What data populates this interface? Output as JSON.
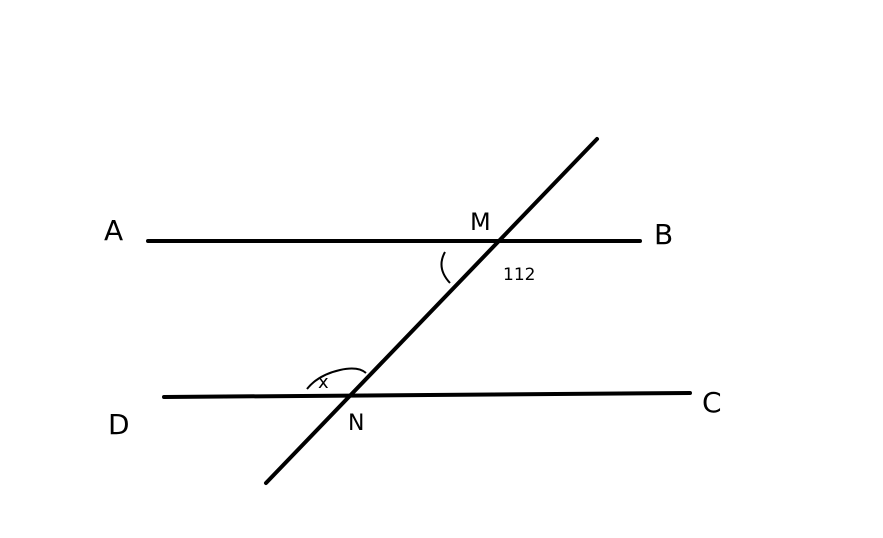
{
  "points": {
    "A": "A",
    "B": "B",
    "C": "C",
    "D": "D",
    "M": "M",
    "N": "N"
  },
  "angle_labels": {
    "at_M": "112",
    "at_N": "x"
  },
  "colors": {
    "ink": "#000000",
    "background": "#ffffff"
  }
}
